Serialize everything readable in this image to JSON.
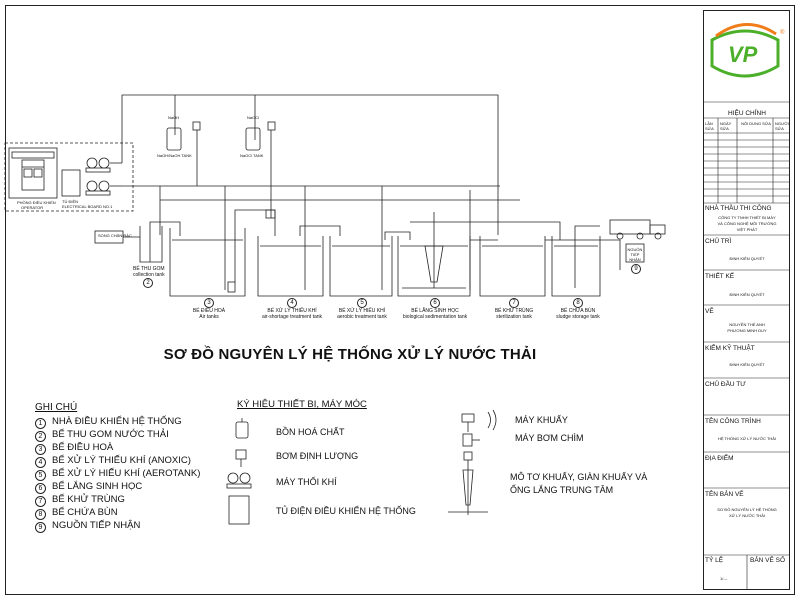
{
  "title": "SƠ ĐỒ NGUYÊN LÝ HỆ THỐNG XỬ LÝ NƯỚC THẢI",
  "legend": {
    "heading": "GHI CHÚ",
    "items": [
      {
        "n": "1",
        "text": "NHÀ ĐIỀU KHIỂN HỆ THỐNG"
      },
      {
        "n": "2",
        "text": "BỂ THU GOM NƯỚC THẢI"
      },
      {
        "n": "3",
        "text": "BỂ ĐIỀU HOÀ"
      },
      {
        "n": "4",
        "text": "BỂ XỬ LÝ THIẾU KHÍ (ANOXIC)"
      },
      {
        "n": "5",
        "text": "BỂ XỬ LÝ HIẾU KHÍ (AEROTANK)"
      },
      {
        "n": "6",
        "text": "BỂ LẮNG SINH HỌC"
      },
      {
        "n": "7",
        "text": "BỂ KHỬ TRÙNG"
      },
      {
        "n": "8",
        "text": "BỂ CHỨA BÙN"
      },
      {
        "n": "9",
        "text": "NGUỒN TIẾP NHẬN"
      }
    ]
  },
  "symbols": {
    "heading": "KÝ HIỆU THIẾT BỊ, MÁY MÓC",
    "chem_tank": "BỒN HOÁ CHẤT",
    "dosing_pump": "BƠM ĐỊNH LƯỢNG",
    "blower": "MÁY THỔI KHÍ",
    "control_panel": "TỦ ĐIỆN ĐIỀU KHIỂN HỆ THỐNG",
    "mixer": "MÁY KHUẤY",
    "sub_pump": "MÁY BƠM CHÌM",
    "motor": "MÔ TƠ KHUẤY, GIÀN KHUẤY VÀ",
    "motor2": "ỐNG LẮNG TRUNG TÂM"
  },
  "diagram": {
    "control_room": "PHÒNG ĐIỀU KHIỂN",
    "operator": "OPERATOR",
    "panel": "TỦ ĐIỆN",
    "panel_sub": "ELECTRICAL BOARD NO.1",
    "screen": "SONG CHẮN RÁC",
    "naoh_tag": "NaOH",
    "naoh_tank": "NaOH/NaOH TANK",
    "naocl_tag": "NaOCl",
    "naocl_tank": "NaOCl TANK",
    "t2_vi": "BỂ THU GOM",
    "t2_en": "collection tank",
    "t3_vi": "BỂ ĐIỀU HOÀ",
    "t3_en": "Air tanks",
    "t4_vi": "BỂ XỬ LÝ THIẾU KHÍ",
    "t4_en": "air-shortage treatment tank",
    "t5_vi": "BỂ XỬ LÝ HIẾU KHÍ",
    "t5_en": "aerobic treatment tank",
    "t6_vi": "BỂ LẮNG SINH HỌC",
    "t6_en": "biological sedimentation tank",
    "t7_vi": "BỂ KHỬ TRÙNG",
    "t7_en": "sterilization tank",
    "t8_vi": "BỂ CHỨA BÙN",
    "t8_en": "sludge storage tank",
    "receiver": "NGUỒN TIẾP NHẬN"
  },
  "title_block": {
    "logo": "VP",
    "registered": "®",
    "revision": "HIỆU CHỈNH",
    "rev_cols": [
      "LẦN SỬA",
      "NGÀY SỬA",
      "NỘI DUNG SỬA",
      "NGƯỜI SỬA"
    ],
    "contractor_label": "NHÀ THẦU THI CÔNG",
    "contractor_l1": "CÔNG TY TNHH THIẾT BỊ MÁY",
    "contractor_l2": "VÀ CÔNG NGHỆ MÔI TRƯỜNG",
    "contractor_l3": "VIỆT PHÁT",
    "chair_label": "CHỦ TRÌ",
    "chair_value": "ĐINH KIÊN QUYẾT",
    "design_label": "THIẾT KẾ",
    "design_value": "ĐINH KIÊN QUYẾT",
    "draw_label": "VẼ",
    "draw_l1": "NGUYỄN THẾ ANH",
    "draw_l2": "PHƯƠNG MINH DUY",
    "check_label": "KIỂM KỸ THUẬT",
    "check_value": "ĐINH KIÊN QUYẾT",
    "investor_label": "CHỦ ĐẦU TƯ",
    "project_label": "TÊN CÔNG TRÌNH",
    "project_value": "HỆ THỐNG XỬ LÝ NƯỚC THẢI",
    "location_label": "ĐỊA ĐIỂM",
    "drawing_label": "TÊN BẢN VẼ",
    "drawing_l1": "SƠ ĐỒ NGUYÊN LÝ HỆ THỐNG",
    "drawing_l2": "XỬ LÝ NƯỚC THẢI",
    "scale_label": "TỶ LỆ",
    "scale_value": "1/---",
    "sheet_label": "BẢN VẼ SỐ"
  },
  "colors": {
    "line": "#222222",
    "logo_green": "#4caf2a",
    "logo_orange": "#f07d1a"
  }
}
